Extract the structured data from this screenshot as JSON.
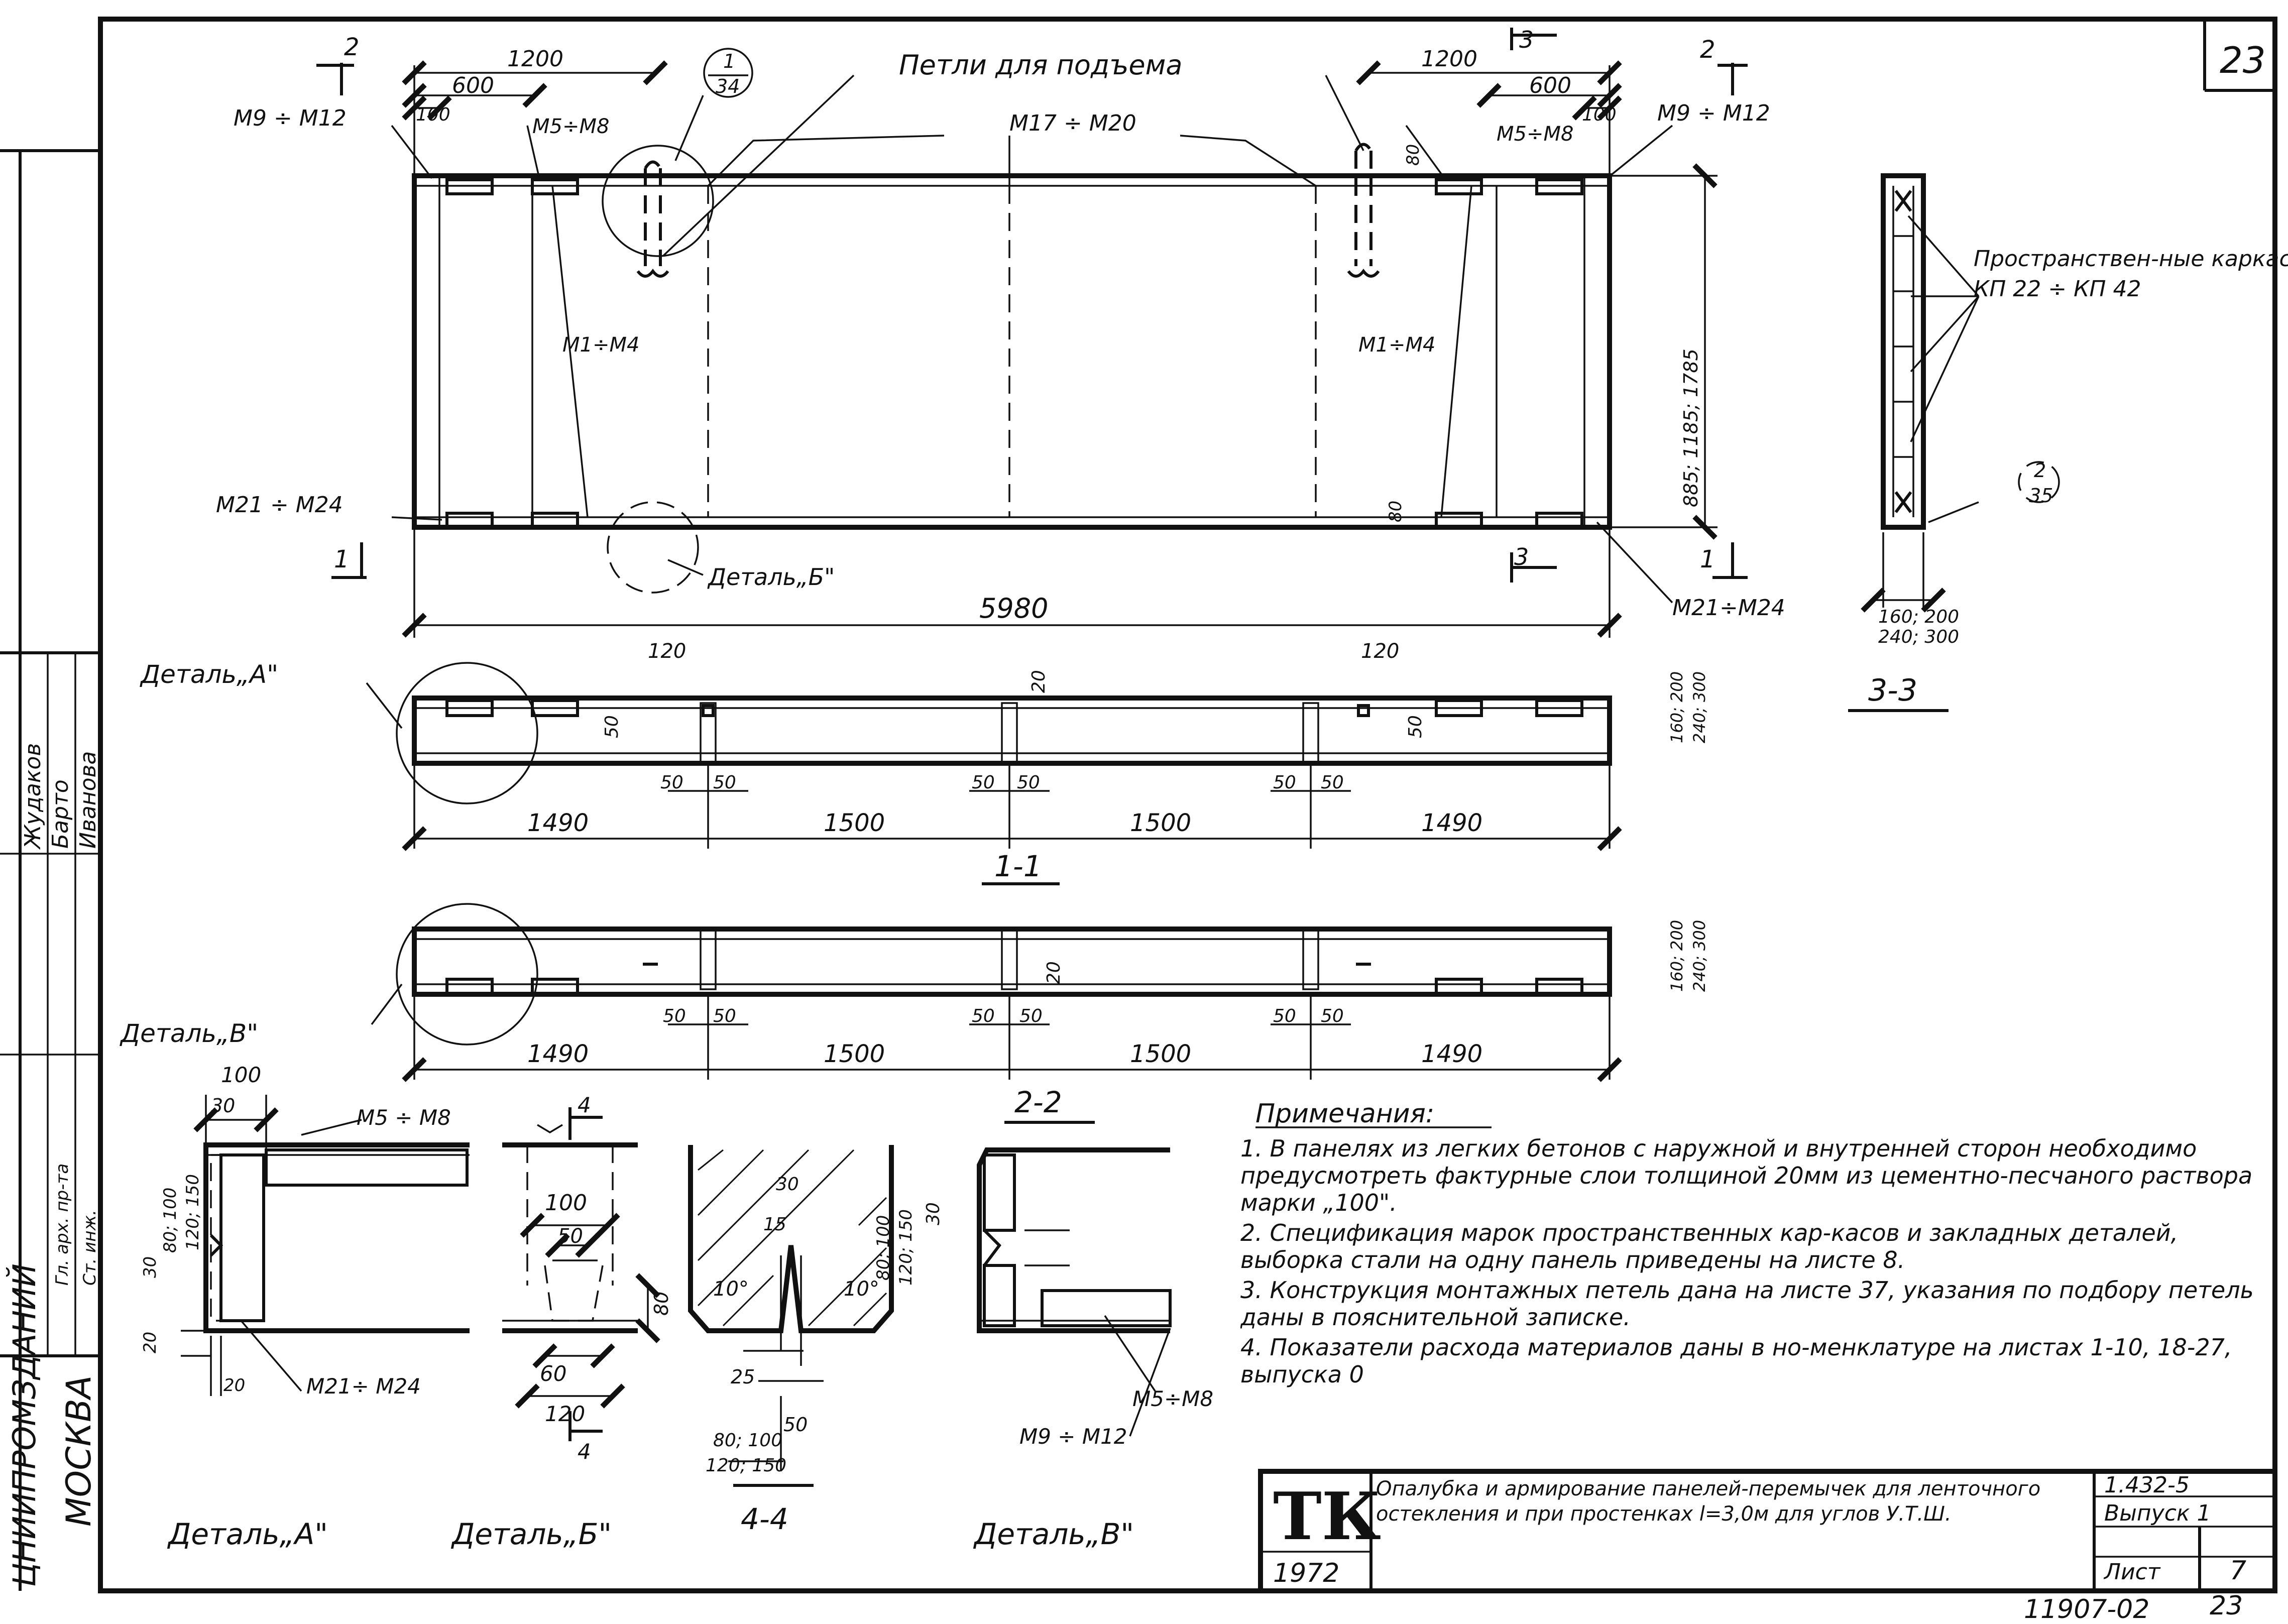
{
  "sheet": {
    "page_number": "23",
    "sheet_no_label": "Лист",
    "sheet_no": "7",
    "series": "1.432-5",
    "issue": "Выпуск 1",
    "org_logo": "ТК",
    "year": "1972",
    "title": "Опалубка и армирование панелей-перемычек для ленточного остекления и при простенках l=3,0м для углов У.Т.Ш.",
    "inventory_no": "11907-02",
    "inventory_page": "23",
    "city": "МОСКВА",
    "org_side": "ЦНИИПРОМЗДАНИЙ",
    "signatures": [
      "Жудаков",
      "Барто",
      "Иванова"
    ],
    "roles": [
      "Гл. арх. пр-та",
      "Ст. инж."
    ]
  },
  "plan": {
    "title_loops": "Петли для подъема",
    "overall_length": "5980",
    "left_1200": "1200",
    "left_600": "600",
    "left_100": "100",
    "right_1200": "1200",
    "right_600": "600",
    "right_100": "100",
    "height": "885; 1185; 1785",
    "dim_80_top": "80",
    "dim_80_bot": "80",
    "m9_m12_left": "М9 ÷ М12",
    "m9_m12_right": "М9 ÷ М12",
    "m5_m8_left": "М5÷М8",
    "m5_m8_right": "М5÷М8",
    "m17_m20": "М17 ÷ М20",
    "m1_m4_left": "М1÷М4",
    "m1_m4_right": "М1÷М4",
    "m21_m24_left": "М21 ÷ М24",
    "m21_m24_right": "М21÷М24",
    "detail_b_ref": "Деталь„Б\"",
    "ref_1_num": "1",
    "ref_1_sheet": "34",
    "cut_2_left": "2",
    "cut_2_right": "2",
    "cut_1_left": "1",
    "cut_1_right": "1",
    "cut_3_top": "3",
    "cut_3_bot": "3"
  },
  "section_3_3": {
    "label": "3-3",
    "frames_note": "Пространствен-ные каркасы",
    "frames_range": "КП 22 ÷ КП 42",
    "width_dims": "160; 200",
    "width_dims_2": "240; 300",
    "ref_2_num": "2",
    "ref_2_sheet": "35"
  },
  "section_1_1": {
    "label": "1-1",
    "detail_a_ref": "Деталь„А\"",
    "segments": [
      "1490",
      "1500",
      "1500",
      "1490"
    ],
    "d50": "50",
    "d120_l": "120",
    "d120_r": "120",
    "d20": "20",
    "d50_v_l": "50",
    "d50_v_r": "50",
    "thickness": "160; 200",
    "thickness_2": "240; 300"
  },
  "section_2_2": {
    "label": "2-2",
    "detail_v_ref": "Деталь„В\"",
    "segments": [
      "1490",
      "1500",
      "1500",
      "1490"
    ],
    "d50": "50",
    "d20": "20",
    "thickness": "160; 200",
    "thickness_2": "240; 300"
  },
  "detail_a": {
    "label": "Деталь„А\"",
    "d100": "100",
    "d30": "30",
    "d80_100": "80; 100",
    "d120_150": "120; 150",
    "d30_side": "30",
    "d20_bot": "20",
    "d20_side": "20",
    "m5_m8": "М5 ÷ М8",
    "m21_m24": "М21÷ М24"
  },
  "detail_b": {
    "label": "Деталь„Б\"",
    "d100": "100",
    "d50": "50",
    "d80": "80",
    "d60": "60",
    "d120": "120",
    "cut": "4"
  },
  "section_4_4": {
    "label": "4-4",
    "d30": "30",
    "d15": "15",
    "d25": "25",
    "d50": "50",
    "d80_100": "80; 100",
    "d120_150": "120; 150",
    "angle_l": "10°",
    "angle_r": "10°"
  },
  "detail_v": {
    "label": "Деталь„В\"",
    "d30": "30",
    "d80_100": "80; 100",
    "d120_150": "120; 150",
    "m5_m8": "М5÷М8",
    "m9_m12": "М9 ÷ М12"
  },
  "notes": {
    "heading": "Примечания:",
    "items": [
      "1. В панелях из легких бетонов с наружной и внутренней сторон необходимо предусмотреть фактурные слои толщиной 20мм из цементно-песчаного раствора марки „100\".",
      "2. Спецификация марок пространственных кар-касов и закладных деталей, выборка стали на одну панель приведены на листе 8.",
      "3. Конструкция монтажных петель дана на листе 37, указания по подбору петель даны в пояснительной записке.",
      "4. Показатели расхода материалов даны в но-менклатуре на листах 1-10, 18-27, выпуска 0"
    ]
  }
}
